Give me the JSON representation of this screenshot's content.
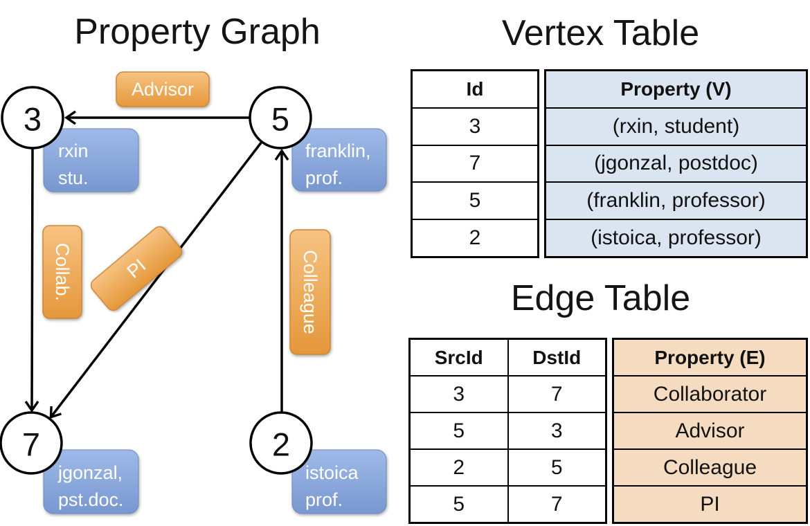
{
  "graph": {
    "title": "Property Graph",
    "nodes": [
      {
        "id": "3",
        "property": [
          "rxin",
          "stu."
        ]
      },
      {
        "id": "5",
        "property": [
          "franklin,",
          "prof."
        ]
      },
      {
        "id": "7",
        "property": [
          "jgonzal,",
          "pst.doc."
        ]
      },
      {
        "id": "2",
        "property": [
          "istoica",
          "prof."
        ]
      }
    ],
    "edges": [
      {
        "label": "Advisor",
        "src": "5",
        "dst": "3"
      },
      {
        "label": "Collab.",
        "src": "3",
        "dst": "7"
      },
      {
        "label": "PI",
        "src": "5",
        "dst": "7"
      },
      {
        "label": "Colleague",
        "src": "2",
        "dst": "5"
      }
    ]
  },
  "vertex_table": {
    "title": "Vertex Table",
    "columns": [
      "Id",
      "Property (V)"
    ],
    "rows": [
      {
        "id": "3",
        "property": "(rxin, student)"
      },
      {
        "id": "7",
        "property": "(jgonzal, postdoc)"
      },
      {
        "id": "5",
        "property": "(franklin, professor)"
      },
      {
        "id": "2",
        "property": "(istoica, professor)"
      }
    ]
  },
  "edge_table": {
    "title": "Edge Table",
    "columns": [
      "SrcId",
      "DstId",
      "Property (E)"
    ],
    "rows": [
      {
        "src": "3",
        "dst": "7",
        "property": "Collaborator"
      },
      {
        "src": "5",
        "dst": "3",
        "property": "Advisor"
      },
      {
        "src": "2",
        "dst": "5",
        "property": "Colleague"
      },
      {
        "src": "5",
        "dst": "7",
        "property": "PI"
      }
    ]
  },
  "colors": {
    "edge-label-top": "#f6c382",
    "edge-label-bottom": "#e5973a",
    "edge-label-border": "#d0873a",
    "vertex-prop-top": "#9fbae8",
    "vertex-prop-bottom": "#7897d0",
    "vertex-cell-bg": "#dbe5f1",
    "edge-cell-bg": "#f5dcc0",
    "table-border": "#000000",
    "label-text": "#ffffff"
  }
}
